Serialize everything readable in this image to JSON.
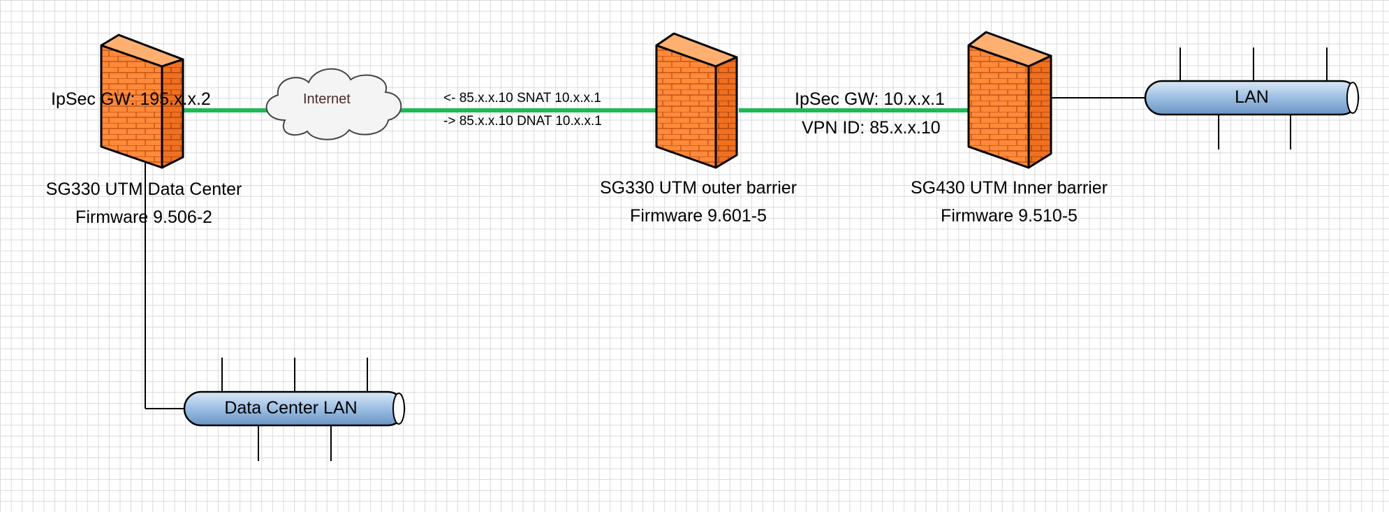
{
  "cloud": {
    "label": "Internet"
  },
  "nat": {
    "snat": "<- 85.x.x.10 SNAT 10.x.x.1",
    "dnat": "-> 85.x.x.10 DNAT 10.x.x.1"
  },
  "firewalls": [
    {
      "id": "data-center",
      "name": "SG330 UTM Data Center",
      "firmware": "Firmware 9.506-2",
      "gw": "IpSec GW: 195.x.x.2"
    },
    {
      "id": "outer-barrier",
      "name": "SG330 UTM outer barrier",
      "firmware": "Firmware 9.601-5"
    },
    {
      "id": "inner-barrier",
      "name": "SG430 UTM Inner barrier",
      "firmware": "Firmware 9.510-5",
      "gw": "IpSec GW: 10.x.x.1",
      "vpn_id": "VPN ID: 85.x.x.10"
    }
  ],
  "lans": [
    {
      "id": "lan",
      "label": "LAN"
    },
    {
      "id": "data-center-lan",
      "label": "Data Center LAN"
    }
  ],
  "colors": {
    "tunnel": "#1db954",
    "firewall_front": "#ff8a3a",
    "firewall_side": "#f07020",
    "lan_tube": "#9bbfe3",
    "cloud": "#f4f4f4"
  }
}
